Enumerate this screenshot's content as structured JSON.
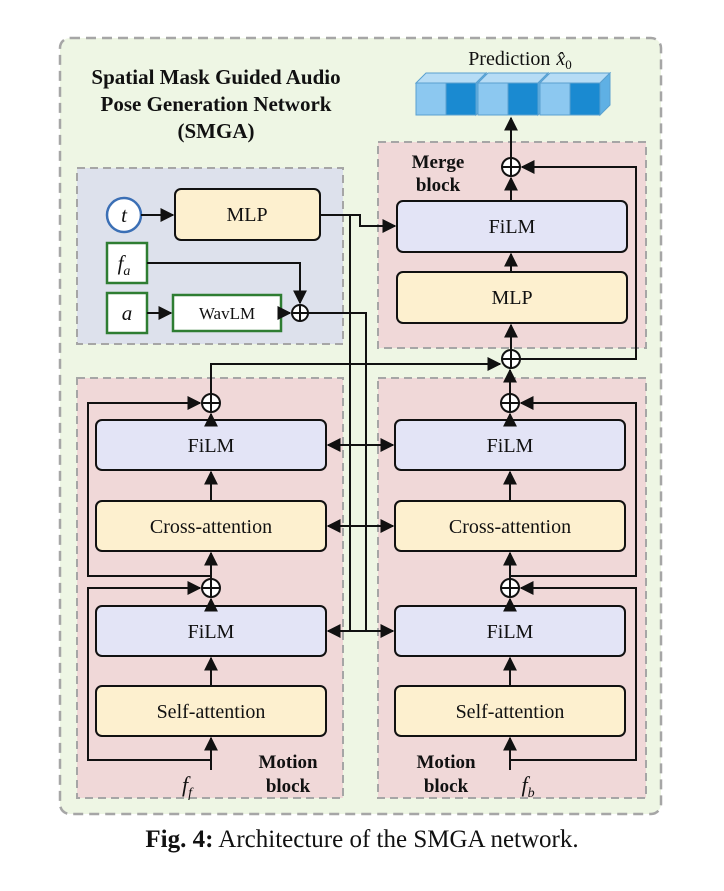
{
  "title": {
    "line1": "Spatial Mask Guided Audio",
    "line2": "Pose Generation Network",
    "line3": "(SMGA)"
  },
  "prediction_label": "Prediction",
  "prediction_symbol": "x̂",
  "prediction_subscript": "0",
  "merge_block": {
    "label_line1": "Merge",
    "label_line2": "block",
    "film": "FiLM",
    "mlp": "MLP"
  },
  "condition": {
    "t": "t",
    "f_main": "f",
    "f_sub": "a",
    "a": "a",
    "mlp": "MLP",
    "wavlm": "WavLM"
  },
  "motion_block_left": {
    "label_line1": "Motion",
    "label_line2": "block",
    "film_top": "FiLM",
    "cross_attention": "Cross-attention",
    "film_bottom": "FiLM",
    "self_attention": "Self-attention",
    "input_main": "f",
    "input_sub": "f"
  },
  "motion_block_right": {
    "label_line1": "Motion",
    "label_line2": "block",
    "film_top": "FiLM",
    "cross_attention": "Cross-attention",
    "film_bottom": "FiLM",
    "self_attention": "Self-attention",
    "input_main": "f",
    "input_sub": "b"
  },
  "caption": {
    "prefix": "Fig. 4:",
    "text": " Architecture of the SMGA network."
  },
  "colors": {
    "outer_bg": "#eef6e4",
    "outer_border": "#a6a6a6",
    "condition_bg": "#dde1ec",
    "block_bg": "#f0d8d8",
    "film_fill": "#e3e4f6",
    "attn_fill": "#fdf0cf",
    "cond_box_border": "#2e7d32",
    "t_circle": "#3b6fb5",
    "cube_light": "#8cc8f0",
    "cube_dark": "#1a8ad1"
  }
}
